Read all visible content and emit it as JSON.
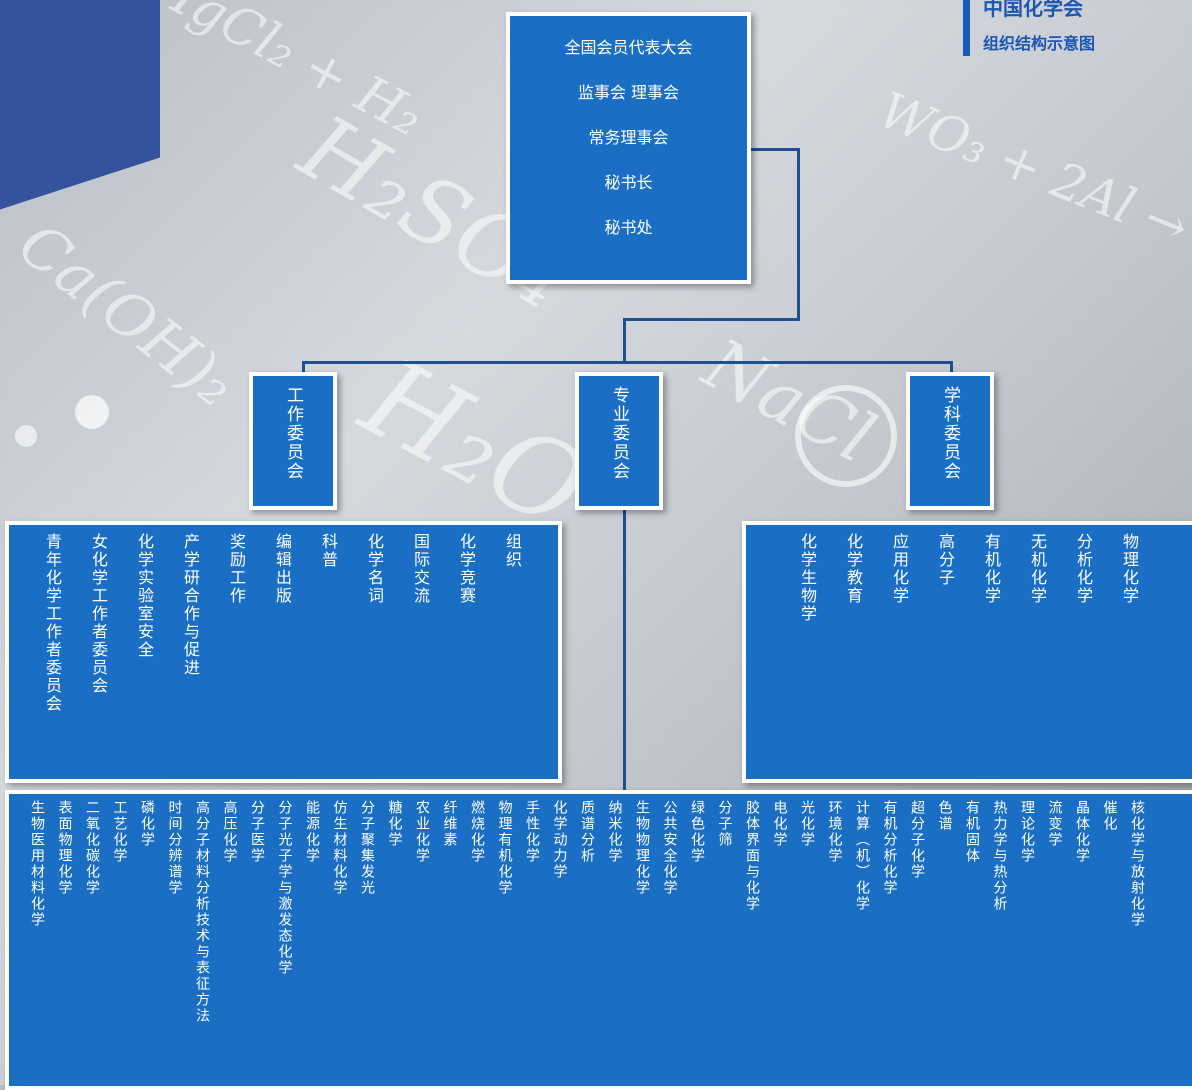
{
  "header": {
    "org_name": "中国化学会",
    "subtitle": "组织结构示意图"
  },
  "top_box": {
    "lines": [
      "全国会员代表大会",
      "监事会 理事会",
      "常务理事会",
      "秘书长",
      "秘书处"
    ]
  },
  "categories": {
    "work": "工作委员会",
    "special": "专业委员会",
    "discipline": "学科委员会"
  },
  "work_committees": [
    "青年化学工作者委员会",
    "女化学工作者委员会",
    "化学实验室安全",
    "产学研合作与促进",
    "奖励工作",
    "编辑出版",
    "科普",
    "化学名词",
    "国际交流",
    "化学竞赛",
    "组织"
  ],
  "discipline_committees": [
    "化学生物学",
    "化学教育",
    "应用化学",
    "高分子",
    "有机化学",
    "无机化学",
    "分析化学",
    "物理化学"
  ],
  "special_committees": [
    "生物医用材料化学",
    "表面物理化学",
    "二氧化碳化学",
    "工艺化学",
    "磷化学",
    "时间分辨谱学",
    "高分子材料分析技术与表征方法",
    "高压化学",
    "分子医学",
    "分子光子学与激发态化学",
    "能源化学",
    "仿生材料化学",
    "分子聚集发光",
    "糖化学",
    "农业化学",
    "纤维素",
    "燃烧化学",
    "物理有机化学",
    "手性化学",
    "化学动力学",
    "质谱分析",
    "纳米化学",
    "生物物理化学",
    "公共安全化学",
    "绿色化学",
    "分子筛",
    "胶体界面与化学",
    "电化学",
    "光化学",
    "环境化学",
    "计算（机）化学",
    "有机分析化学",
    "超分子化学",
    "色谱",
    "有机固体",
    "热力学与热分析",
    "理论化学",
    "流变学",
    "晶体化学",
    "催化",
    "核化学与放射化学"
  ],
  "colors": {
    "box_blue": "#1a6fc4",
    "line": "#1e4f8f",
    "brand": "#1b56b0"
  }
}
